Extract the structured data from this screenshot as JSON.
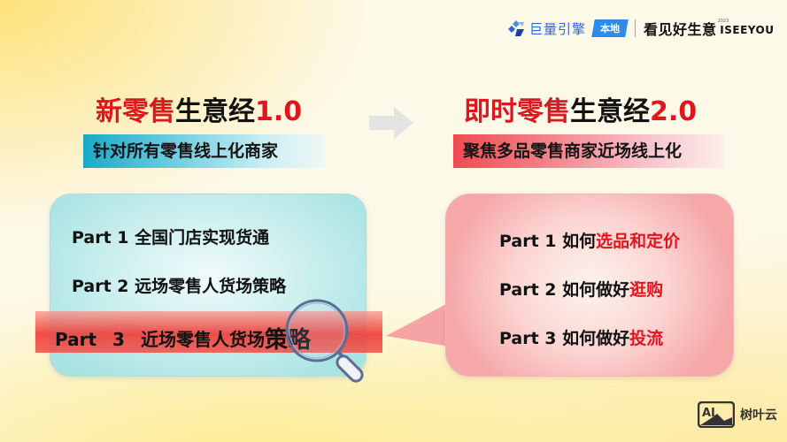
{
  "header": {
    "brand_name": "巨量引擎",
    "brand_tag": "本地",
    "slogan": "看见好生意",
    "slogan_year": "2023",
    "slogan_en": "ISEEYOU"
  },
  "left": {
    "title_red": "新零售",
    "title_black": "生意经",
    "title_version": "1.0",
    "subtitle": "针对所有零售线上化商家",
    "items": [
      {
        "label": "Part 1 全国门店实现货通"
      },
      {
        "label": "Part 2 远场零售人货场策略"
      }
    ],
    "highlight": {
      "part": "Part",
      "number": "3",
      "text": "近场零售人货场",
      "emphasis": "策略"
    }
  },
  "right": {
    "title_red": "即时零售",
    "title_black": "生意经",
    "title_version": "2.0",
    "subtitle": "聚焦多品零售商家近场线上化",
    "items": [
      {
        "prefix": "Part 1 如何",
        "highlight": "选品和定价"
      },
      {
        "prefix": "Part 2 如何做好",
        "highlight": "逛购"
      },
      {
        "prefix": "Part 3 如何做好",
        "highlight": "投流"
      }
    ]
  },
  "watermark": {
    "icon_text": "AI",
    "label": "树叶云"
  },
  "colors": {
    "accent_red": "#e0161f",
    "teal": "#1aa9c9",
    "brand_blue": "#2f63d9",
    "background": "#fdf9e9"
  }
}
